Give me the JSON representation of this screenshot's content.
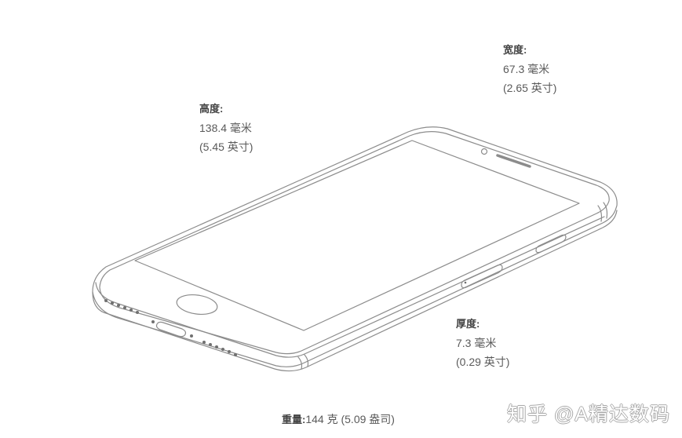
{
  "diagram": {
    "subject": "smartphone perspective line drawing",
    "stroke_color": "#8c8c8c",
    "background": "#ffffff"
  },
  "specs": {
    "width": {
      "label": "宽度:",
      "metric": "67.3 毫米",
      "imperial": "(2.65 英寸)"
    },
    "height": {
      "label": "高度:",
      "metric": "138.4 毫米",
      "imperial": "(5.45 英寸)"
    },
    "depth": {
      "label": "厚度:",
      "metric": "7.3 毫米",
      "imperial": "(0.29 英寸)"
    },
    "weight": {
      "label": "重量:",
      "value": "144 克 (5.09 盎司)"
    }
  },
  "watermark": {
    "text": "知乎 @A精达数码"
  }
}
